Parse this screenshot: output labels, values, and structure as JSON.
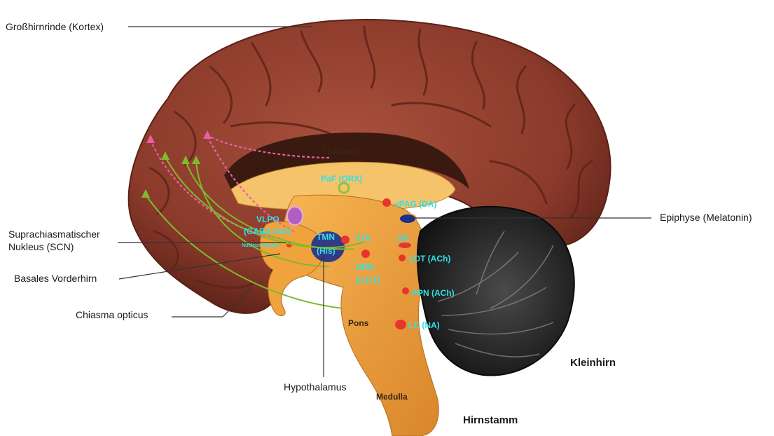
{
  "outer_labels": {
    "cortex": "Großhirnrinde (Kortex)",
    "epiphyse": "Epiphyse (Melatonin)",
    "scn_line1": "Suprachiasmatischer",
    "scn_line2": "Nukleus (SCN)",
    "basal": "Basales Vorderhirn",
    "chiasma": "Chiasma opticus",
    "hypothalamus": "Hypothalamus",
    "kleinhirn": "Kleinhirn",
    "hirnstamm": "Hirnstamm"
  },
  "structure_labels": {
    "thalamus": "Thalamus",
    "pons": "Pons",
    "medulla": "Medulla"
  },
  "nucleus_labels": {
    "paf": "PaF (ORX)",
    "vpag": "vPAG (DA)",
    "vlpo_1": "VLPO",
    "vlpo_2": "(GABA,Gal)",
    "tmn_1": "TMN",
    "tmn_2": "(His)",
    "vta": "VTA",
    "sn": "SN",
    "ldt": "LDT (ACh)",
    "drn_1": "DRN",
    "drn_2": "(5-HT)",
    "ppn": "PPN (ACh)",
    "lc": "LC (NA)",
    "nucleus_basalis": "Nucleus basalis"
  },
  "colors": {
    "cortex": "#8b3a2b",
    "cortex_shade": "#6e2a1e",
    "cerebellum": "#1f1f1f",
    "brainstem": "#f0a23c",
    "thalamus": "#f5c46a",
    "nucleus_red": "#e8352c",
    "label_cyan": "#33e0e6",
    "pathway_pink": "#e85fa8",
    "pathway_green": "#7dbb2c"
  }
}
